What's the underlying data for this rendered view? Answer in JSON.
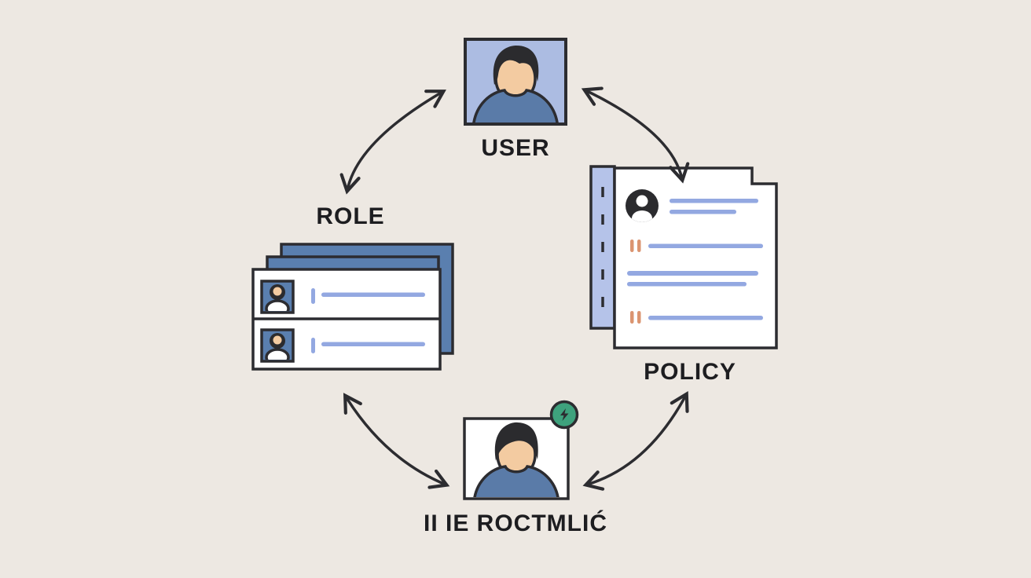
{
  "diagram": {
    "nodes": {
      "user": {
        "label": "USER"
      },
      "role": {
        "label": "ROLE",
        "member_rows": 2
      },
      "policy": {
        "label": "POLICY"
      },
      "authenticated_user": {
        "label": "II IE ROCTMLIĆ"
      }
    },
    "icons": {
      "user_portrait": "person-portrait-icon",
      "role_member": "person-avatar-icon",
      "policy_account": "account-circle-icon",
      "auth_badge": "bolt-badge-icon"
    },
    "colors": {
      "background": "#EDE8E2",
      "outline": "#2C2C30",
      "portrait_bg": "#ACBCE2",
      "shirt_blue": "#5A7BA8",
      "skin": "#F3CBA1",
      "hair": "#2B2B2E",
      "stack_blue": "#5A7FAF",
      "line_blue": "#93A8E1",
      "strip_blue": "#B5C3E9",
      "accent_orange": "#DB9470",
      "badge_green": "#3EA27D",
      "card_white": "#FFFFFF",
      "text": "#1D1D20"
    }
  }
}
